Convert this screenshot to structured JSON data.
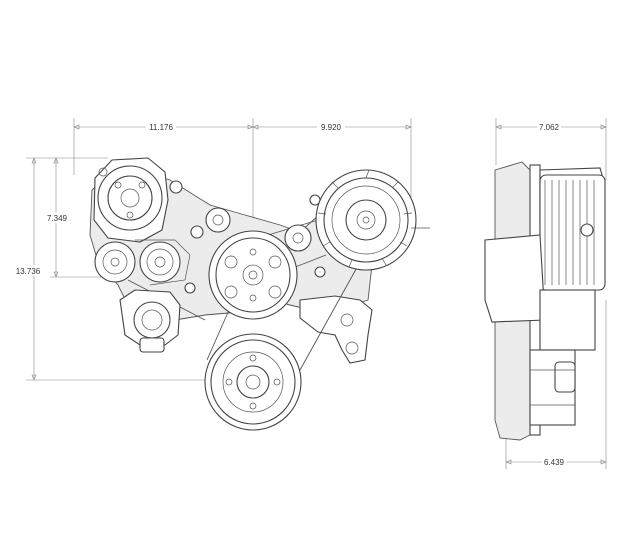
{
  "dimensions": {
    "front_width_left": "11.176",
    "front_width_right": "9.920",
    "front_height_upper": "7.349",
    "front_height_total": "13.736",
    "side_width_top": "7.062",
    "side_width_bottom": "6.439"
  },
  "colors": {
    "line": "#444444",
    "dimension": "#888888",
    "fill": "#ffffff",
    "shade": "#ececec"
  }
}
